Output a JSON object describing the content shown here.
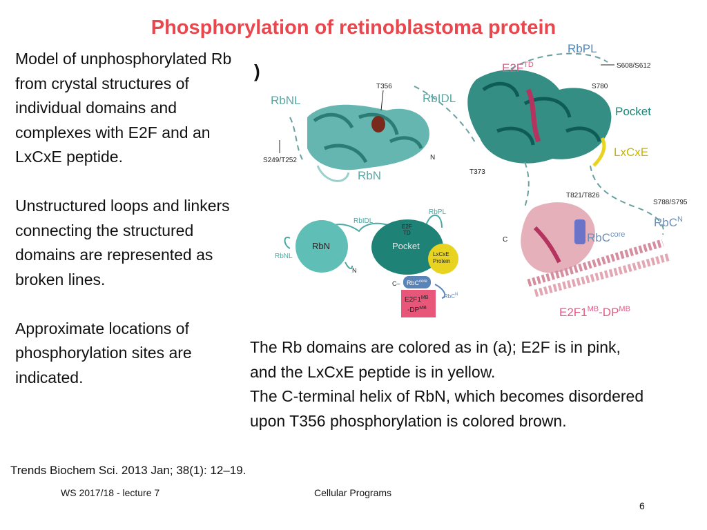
{
  "slide": {
    "title": "Phosphorylation of retinoblastoma protein",
    "left_paragraphs": [
      "Model of unphosphorylated Rb from crystal structures of individual domains and complexes with E2F and an LxCxE peptide.",
      "Unstructured loops and linkers connecting the structured domains are represented as broken lines.",
      "Approximate locations of phosphorylation sites are indicated."
    ],
    "caption_lines": [
      "The Rb domains are colored as in (a); E2F is in pink,",
      "and the LxCxE peptide is in yellow.",
      "The C-terminal helix of RbN, which becomes disordered",
      "upon T356 phosphorylation is colored brown."
    ],
    "citation": "Trends Biochem Sci. 2013 Jan; 38(1): 12–19.",
    "footer_left": "WS 2017/18 - lecture 7",
    "footer_center": "Cellular Programs",
    "page_number": "6"
  },
  "figure": {
    "panel_label": ")",
    "labels": {
      "rbpl": "RbPL",
      "e2f": "E2F",
      "e2f_sup": "TD",
      "s608": "S608/S612",
      "t356": "T356",
      "rbnl": "RbNL",
      "rbidl": "RbIDL",
      "s780": "S780",
      "pocket": "Pocket",
      "lxcxe": "LxCxE",
      "s249": "S249/T252",
      "n": "N",
      "rbn": "RbN",
      "t373": "T373",
      "t821": "T821/T826",
      "s788": "S788/S795",
      "rbc": "RbC",
      "rbc_sup": "N",
      "rbc_core": "RbC",
      "rbc_core_sup": "core",
      "c": "C",
      "e2f1": "E2F1",
      "e2f1_sup": "MB",
      "dp": "-DP",
      "dp_sup": "MB"
    },
    "schematic": {
      "rbidl": "RbIDL",
      "rbpl": "RbPL",
      "e2f_td_1": "E2F",
      "e2f_td_2": "TD",
      "rbn": "RbN",
      "pocket": "Pocket",
      "rbnl": "RbNL",
      "lxcxe_1": "LxCxE",
      "lxcxe_2": "Protein",
      "n": "N",
      "c": "C–",
      "rbc_core": "RbC",
      "rbc_core_sup": "core",
      "rbcn": "RbC",
      "rbcn_sup": "N",
      "e2f1": "E2F1",
      "e2f1_sup": "MB",
      "dp": "-DP",
      "dp_sup": "MB"
    },
    "colors": {
      "teal_structure": "#4aa9a2",
      "pocket_teal": "#1e8277",
      "rbn_light": "#5fbfb6",
      "pink": "#e8577a",
      "e2f_label": "#e15a83",
      "magenta": "#b5335f",
      "yellow": "#e8d420",
      "purple": "#6b73c9",
      "rbc_pink": "#e3a7b4",
      "brown": "#7a2a1c",
      "gray_label": "#5aa7a3",
      "blue_label": "#5a84b8"
    }
  }
}
